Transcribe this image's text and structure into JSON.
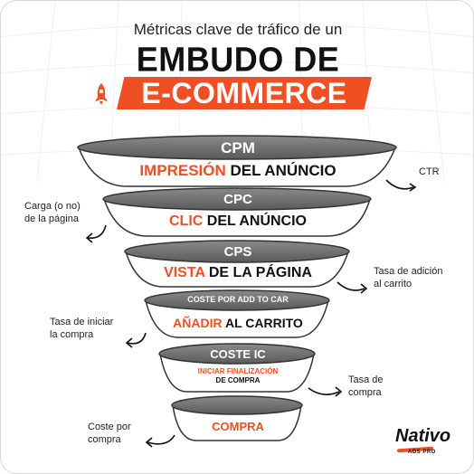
{
  "header": {
    "subtitle": "Métricas clave de tráfico de un",
    "title_line1": "EMBUDO DE",
    "title_line2": "E-COMMERCE"
  },
  "funnel": [
    {
      "metric": "CPM",
      "label_highlight": "IMPRESIÓN",
      "label_rest": " DEL ANÚNCIO"
    },
    {
      "metric": "CPC",
      "label_highlight": "CLIC",
      "label_rest": " DEL ANÚNCIO"
    },
    {
      "metric": "CPS",
      "label_highlight": "VISTA",
      "label_rest": " DE LA PÁGINA"
    },
    {
      "metric": "COSTE POR ADD TO CAR",
      "label_highlight": "AÑADIR",
      "label_rest": " AL CARRITO"
    },
    {
      "metric": "COSTE IC",
      "label_highlight": "INICIAR FINALIZACIÓN",
      "label_rest": "DE COMPRA"
    },
    {
      "metric": "",
      "label_highlight": "COMPRA",
      "label_rest": ""
    }
  ],
  "annotations": {
    "ctr": "CTR",
    "carga_line1": "Carga (o no)",
    "carga_line2": "de la página",
    "adicion_line1": "Tasa de adición",
    "adicion_line2": "al carrito",
    "iniciar_line1": "Tasa de iniciar",
    "iniciar_line2": "la compra",
    "tasa_compra_line1": "Tasa de",
    "tasa_compra_line2": "compra",
    "coste_line1": "Coste por",
    "coste_line2": "compra"
  },
  "logo": {
    "name": "Nativo",
    "sub": "ADS PRO"
  },
  "colors": {
    "accent": "#f04e23",
    "funnel_top": "#777777",
    "ink": "#111111"
  }
}
